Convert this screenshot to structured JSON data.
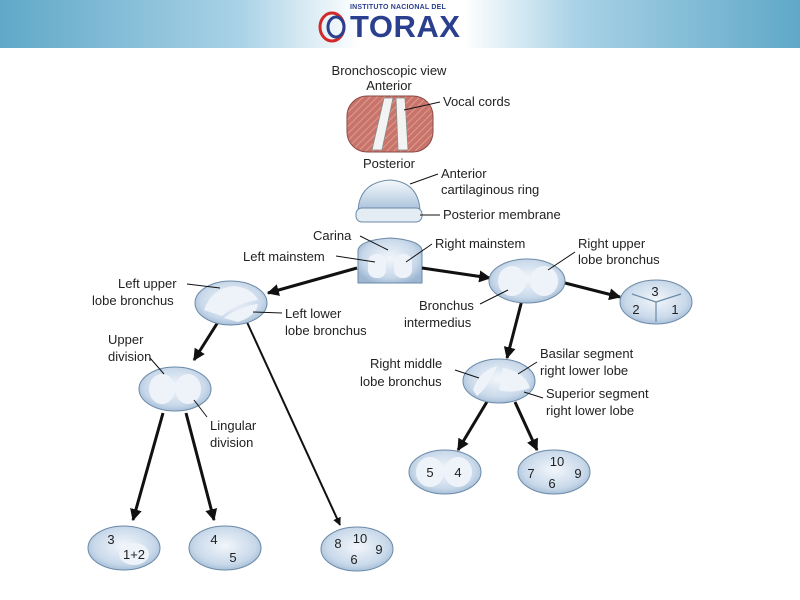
{
  "header": {
    "logo_small_text": "INSTITUTO NACIONAL DEL",
    "logo_big_text": "TORAX",
    "colors": {
      "band": "#5fa8c8",
      "logo_text": "#2b3f8f",
      "logo_red": "#d12a2a"
    }
  },
  "diagram": {
    "title_line1": "Bronchoscopic view",
    "anterior": "Anterior",
    "posterior": "Posterior",
    "vocal_cords": "Vocal cords",
    "anterior_ring_line1": "Anterior",
    "anterior_ring_line2": "cartilaginous ring",
    "posterior_membrane": "Posterior membrane",
    "carina": "Carina",
    "left_mainstem": "Left mainstem",
    "right_mainstem": "Right mainstem",
    "right_upper_line1": "Right upper",
    "right_upper_line2": "lobe bronchus",
    "left_upper_line1": "Left upper",
    "left_upper_line2": "lobe bronchus",
    "left_lower_line1": "Left lower",
    "left_lower_line2": "lobe bronchus",
    "bronchus_int_line1": "Bronchus",
    "bronchus_int_line2": "intermedius",
    "upper_div_line1": "Upper",
    "upper_div_line2": "division",
    "lingular_line1": "Lingular",
    "lingular_line2": "division",
    "right_middle_line1": "Right middle",
    "right_middle_line2": "lobe bronchus",
    "basilar_line1": "Basilar segment",
    "basilar_line2": "right lower lobe",
    "superior_line1": "Superior segment",
    "superior_line2": "right lower lobe",
    "segments": {
      "rul_3": "3",
      "rul_2": "2",
      "rul_1": "1",
      "rml_5": "5",
      "rml_4": "4",
      "rll_10": "10",
      "rll_7": "7",
      "rll_9": "9",
      "rll_6": "6",
      "ud_3": "3",
      "ud_12": "1+2",
      "ling_4": "4",
      "ling_5": "5",
      "lll_8": "8",
      "lll_10": "10",
      "lll_9": "9",
      "lll_6": "6"
    },
    "colors": {
      "airway_outer": "#bccfe3",
      "airway_inner": "#eef3f9",
      "vocal_fill": "#c9746a",
      "arrow": "#111111"
    }
  }
}
